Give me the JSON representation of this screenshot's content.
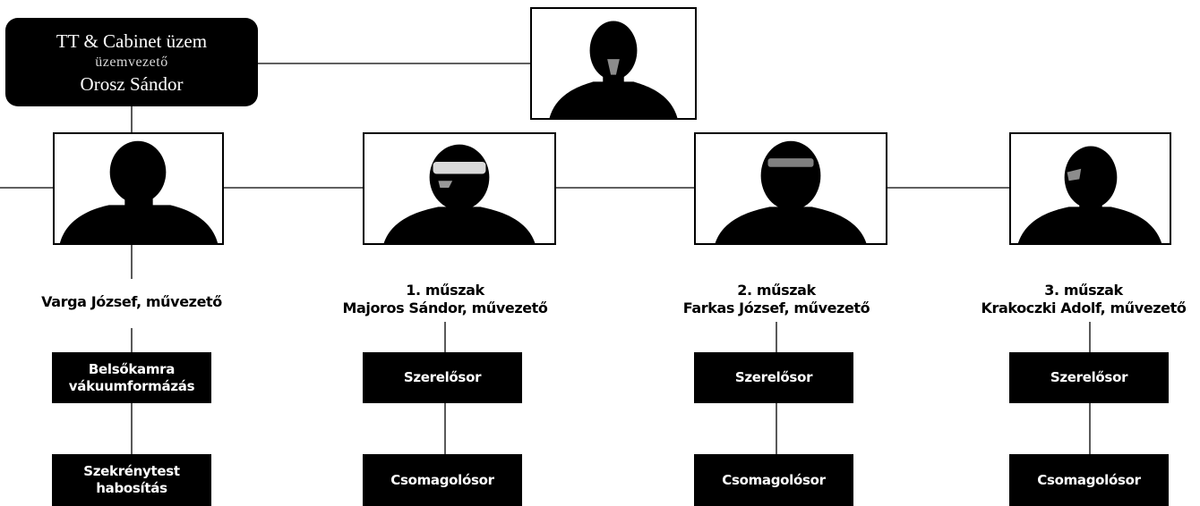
{
  "head": {
    "line1": "TT & Cabinet üzem",
    "line2": "üzemvezető",
    "line3": "Orosz Sándor"
  },
  "columns": [
    {
      "shift": "",
      "manager": "Varga József, művezető",
      "units": [
        "Belsőkamra\nvákuumformázás",
        "Szekrénytest\nhabosítás"
      ]
    },
    {
      "shift": "1. műszak",
      "manager": "Majoros Sándor, művezető",
      "units": [
        "Szerelősor",
        "Csomagolósor"
      ]
    },
    {
      "shift": "2. műszak",
      "manager": "Farkas József, művezető",
      "units": [
        "Szerelősor",
        "Csomagolósor"
      ]
    },
    {
      "shift": "3. műszak",
      "manager": "Krakoczki Adolf, művezető",
      "units": [
        "Szerelősor",
        "Csomagolósor"
      ]
    }
  ],
  "colors": {
    "ink": "#000000",
    "paper": "#ffffff"
  }
}
